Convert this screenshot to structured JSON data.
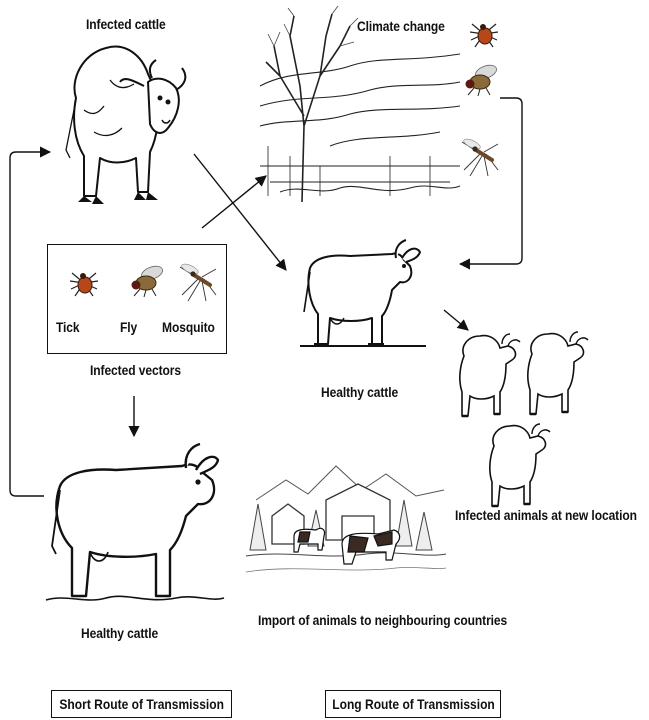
{
  "labels": {
    "infected_cattle": "Infected cattle",
    "climate_change": "Climate change",
    "healthy_cattle_center": "Healthy cattle",
    "infected_vectors": "Infected vectors",
    "healthy_cattle_bottom": "Healthy cattle",
    "infected_new_location": "Infected animals at new location",
    "import_animals": "Import of animals to neighbouring countries"
  },
  "vectors": [
    {
      "name": "Tick",
      "icon": "tick-icon"
    },
    {
      "name": "Fly",
      "icon": "fly-icon"
    },
    {
      "name": "Mosquito",
      "icon": "mosquito-icon"
    }
  ],
  "legend": {
    "short_route": "Short Route of Transmission",
    "long_route": "Long Route of Transmission"
  },
  "colors": {
    "ink": "#111111",
    "tick_body": "#b5471b",
    "fly_body": "#8a6a3a",
    "cow_patch": "#3a2a22"
  }
}
